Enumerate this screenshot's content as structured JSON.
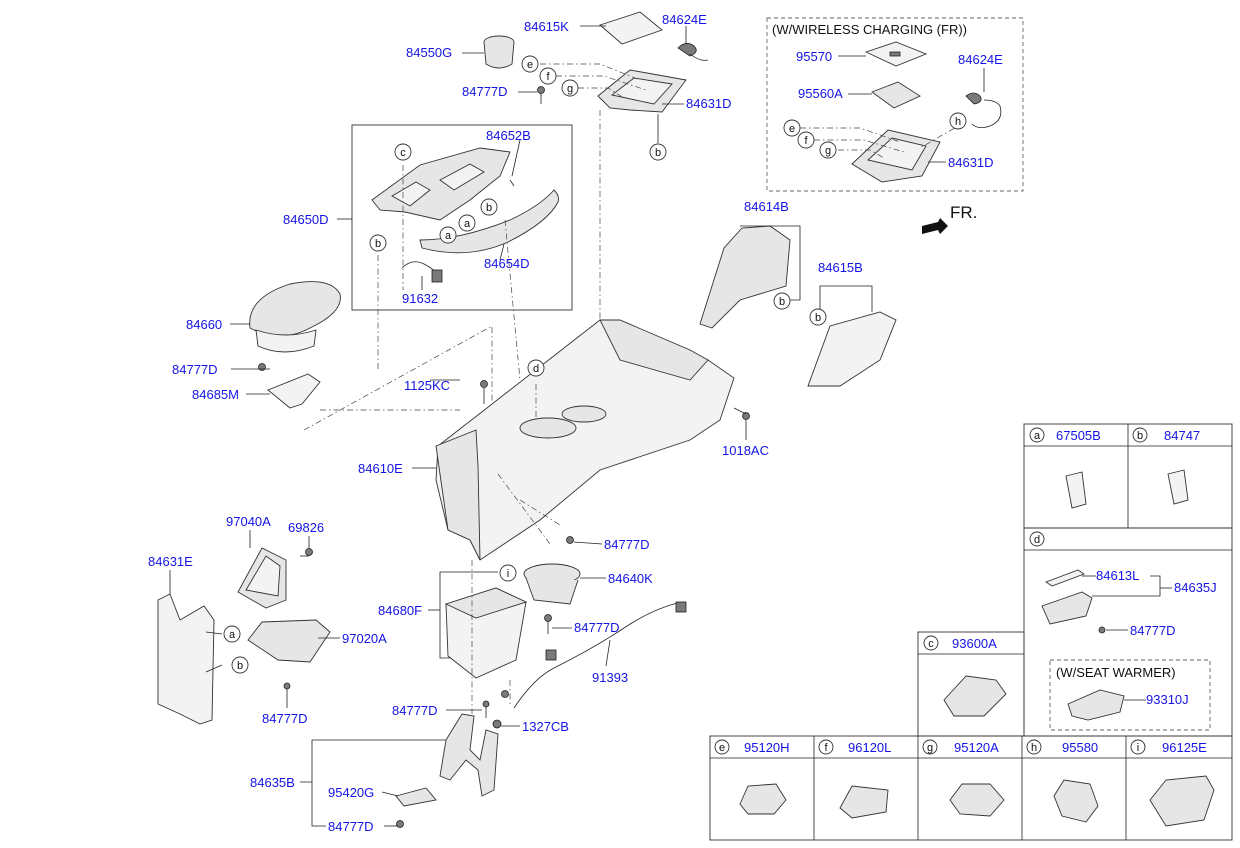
{
  "diagram": {
    "direction_label": "FR.",
    "wireless_charging_label": "(W/WIRELESS CHARGING (FR))",
    "seat_warmer_label": "(W/SEAT WARMER)",
    "part_numbers": {
      "p84615K": "84615K",
      "p84624E": "84624E",
      "p84550G": "84550G",
      "p84777D_top": "84777D",
      "p84631D": "84631D",
      "p95570": "95570",
      "p84624E_wc": "84624E",
      "p95560A": "95560A",
      "p84631D_wc": "84631D",
      "p84652B": "84652B",
      "p84650D": "84650D",
      "p84654D": "84654D",
      "p91632": "91632",
      "p84614B": "84614B",
      "p84615B": "84615B",
      "p84660": "84660",
      "p84777D_left": "84777D",
      "p84685M": "84685M",
      "p1125KC": "1125KC",
      "p1018AC": "1018AC",
      "p84610E": "84610E",
      "p97040A": "97040A",
      "p69826": "69826",
      "p84631E": "84631E",
      "p84777D_mid": "84777D",
      "p84640K": "84640K",
      "p84680F": "84680F",
      "p84777D_mid2": "84777D",
      "p97020A": "97020A",
      "p91393": "91393",
      "p84777D_vent": "84777D",
      "p84777D_bot": "84777D",
      "p1327CB": "1327CB",
      "p84635B": "84635B",
      "p95420G": "95420G",
      "p84777D_bottom": "84777D"
    },
    "callouts": [
      "a",
      "b",
      "c",
      "d",
      "e",
      "f",
      "g",
      "h",
      "i"
    ],
    "legend": {
      "a": {
        "letter": "a",
        "part": "67505B"
      },
      "b": {
        "letter": "b",
        "part": "84747"
      },
      "c": {
        "letter": "c",
        "part": "93600A"
      },
      "d": {
        "letter": "d",
        "parts": [
          "84613L",
          "84635J",
          "84777D"
        ],
        "option_part": "93310J"
      },
      "e": {
        "letter": "e",
        "part": "95120H"
      },
      "f": {
        "letter": "f",
        "part": "96120L"
      },
      "g": {
        "letter": "g",
        "part": "95120A"
      },
      "h": {
        "letter": "h",
        "part": "95580"
      },
      "i": {
        "letter": "i",
        "part": "96125E"
      }
    }
  }
}
